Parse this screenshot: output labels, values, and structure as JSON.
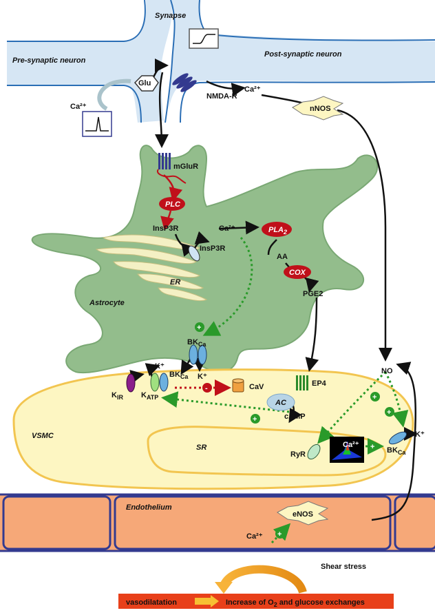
{
  "labels": {
    "synapse": "Synapse",
    "pre_synaptic": "Pre-synaptic neuron",
    "post_synaptic": "Post-synaptic neuron",
    "glu": "Glu",
    "nmda_r": "NMDA-R",
    "ca_pre": "Ca²⁺",
    "ca_post": "Ca²⁺",
    "nnos": "nNOS",
    "mglur": "mGluR",
    "plc": "PLC",
    "insp3r_1": "InsP3R",
    "insp3r_2": "InsP3R",
    "ca_astro": "Ca²⁺",
    "pla2": "PLA",
    "pla2_sub": "2",
    "aa": "AA",
    "cox": "COX",
    "pge2": "PGE2",
    "er": "ER",
    "astrocyte": "Astrocyte",
    "bkca_astro": "BK",
    "bkca_astro_sub": "Ca",
    "k_astro": "K⁺",
    "k_vsmc": "K⁺",
    "kir": "K",
    "kir_sub": "IR",
    "katp": "K",
    "katp_sub": "ATP",
    "bkca_vsmc": "BK",
    "bkca_vsmc_sub": "Ca",
    "cav": "CaV",
    "ep4": "EP4",
    "ac": "AC",
    "camp": "cAMP",
    "no": "NO",
    "vsmc": "VSMC",
    "sr": "SR",
    "ryr": "RyR",
    "ca_spark": "Ca²⁺",
    "bkca_right": "BK",
    "bkca_right_sub": "Ca",
    "k_right": "K⁺",
    "endothelium": "Endothelium",
    "enos": "eNOS",
    "ca_endo": "Ca²⁺",
    "shear_stress": "Shear stress",
    "vasodilatation": "vasodilatation",
    "increase_prefix": "Increase of O",
    "increase_sub": "2",
    "increase_suffix": " and glucose exchanges",
    "plus": "+",
    "minus": "-"
  },
  "colors": {
    "neuron_fill": "#d6e6f4",
    "neuron_stroke": "#2a6eb5",
    "astrocyte_fill": "#93bd8c",
    "astrocyte_stroke": "#6f9c69",
    "vsmc_fill": "#fdf6c2",
    "vsmc_stroke": "#f0c040",
    "endothelium_fill": "#f6a878",
    "endothelium_stroke": "#333a8f",
    "enzyme_red": "#c0101a",
    "dotted_green": "#2a9a2a",
    "bottom_bar": "#e8401a"
  }
}
